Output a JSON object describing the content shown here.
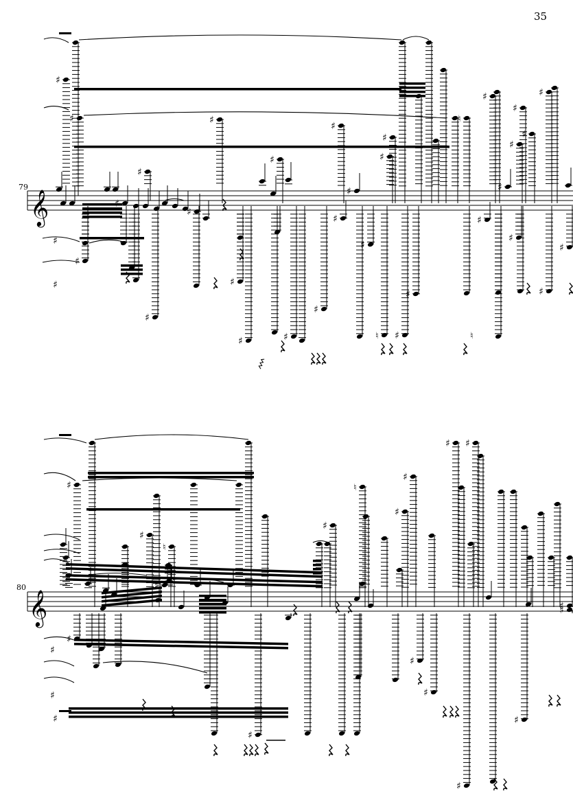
{
  "page": {
    "number": "35"
  },
  "systems": [
    {
      "id": "system-1",
      "measure_number": "79"
    },
    {
      "id": "system-2",
      "measure_number": "80"
    }
  ],
  "glyphs": {
    "clef": "𝄞",
    "sharp": "♯",
    "natural": "♮",
    "rest": "𝄽"
  },
  "colors": {
    "ink": "#000000",
    "paper": "#ffffff"
  }
}
